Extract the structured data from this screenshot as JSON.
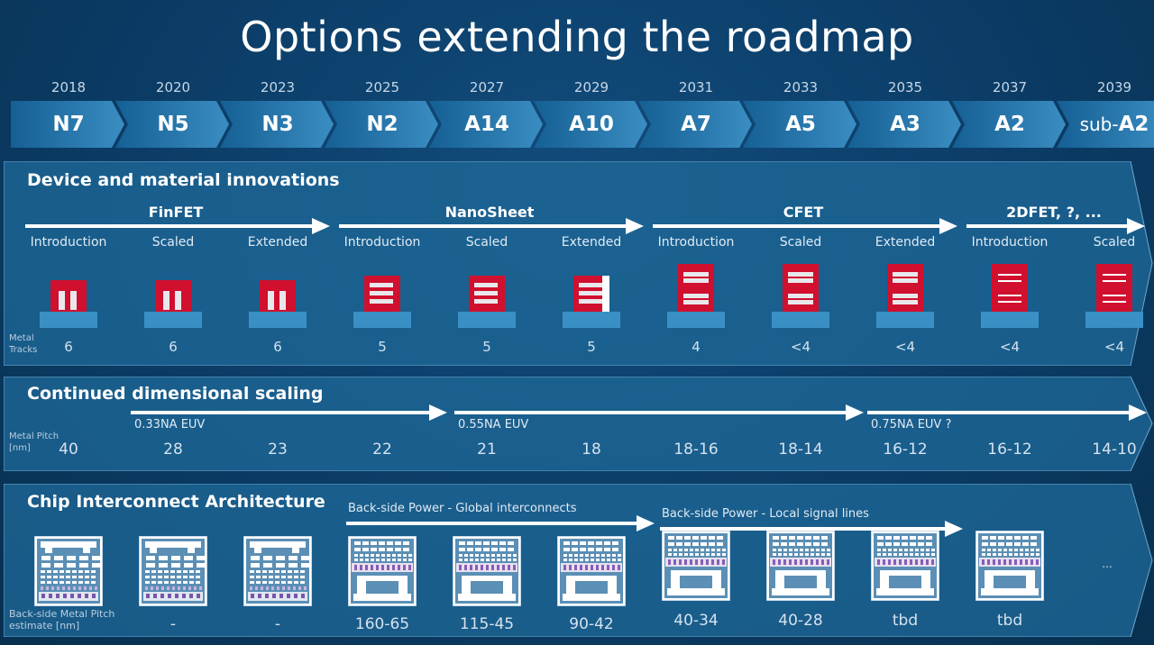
{
  "title": "Options extending the roadmap",
  "nodes": [
    {
      "year": "2018",
      "prefix": "",
      "label": "N7"
    },
    {
      "year": "2020",
      "prefix": "",
      "label": "N5"
    },
    {
      "year": "2023",
      "prefix": "",
      "label": "N3"
    },
    {
      "year": "2025",
      "prefix": "",
      "label": "N2"
    },
    {
      "year": "2027",
      "prefix": "",
      "label": "A14"
    },
    {
      "year": "2029",
      "prefix": "",
      "label": "A10"
    },
    {
      "year": "2031",
      "prefix": "",
      "label": "A7"
    },
    {
      "year": "2033",
      "prefix": "",
      "label": "A5"
    },
    {
      "year": "2035",
      "prefix": "",
      "label": "A3"
    },
    {
      "year": "2037",
      "prefix": "",
      "label": "A2"
    },
    {
      "year": "2039",
      "prefix": "sub-",
      "label": "A2"
    }
  ],
  "device": {
    "title": "Device and material innovations",
    "phases": [
      "FinFET",
      "NanoSheet",
      "CFET",
      "2DFET, ?, ..."
    ],
    "stages": [
      "Introduction",
      "Scaled",
      "Extended",
      "Introduction",
      "Scaled",
      "Extended",
      "Introduction",
      "Scaled",
      "Extended",
      "Introduction",
      "Scaled"
    ],
    "tracks_label": [
      "Metal",
      "Tracks"
    ],
    "tracks": [
      "6",
      "6",
      "6",
      "5",
      "5",
      "5",
      "4",
      "<4",
      "<4",
      "<4",
      "<4"
    ],
    "colors": {
      "device_red": "#d0102e",
      "substrate": "#3a90c4"
    }
  },
  "scaling": {
    "title": "Continued dimensional scaling",
    "arrows": [
      "0.33NA EUV",
      "0.55NA EUV",
      "0.75NA EUV ?"
    ],
    "pitch_label": [
      "Metal Pitch",
      "[nm]"
    ],
    "pitch": [
      "40",
      "28",
      "23",
      "22",
      "21",
      "18",
      "18-16",
      "18-14",
      "16-12",
      "16-12",
      "14-10"
    ]
  },
  "interconnect": {
    "title": "Chip Interconnect Architecture",
    "arrows": [
      "Back-side Power - Global interconnects",
      "Back-side Power - Local signal lines"
    ],
    "pitch_label": [
      "Back-side Metal Pitch",
      "estimate [nm]"
    ],
    "pitch": [
      "",
      "-",
      "-",
      "160-65",
      "115-45",
      "90-42",
      "40-34",
      "40-28",
      "tbd",
      "tbd"
    ],
    "ellipsis": "..."
  }
}
